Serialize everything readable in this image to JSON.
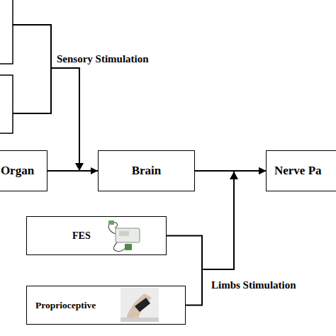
{
  "diagram": {
    "nodes": [
      {
        "text": [
          "Organ"
        ]
      },
      {
        "text": [
          "Brain"
        ]
      },
      {
        "text": [
          "Nerve Pa"
        ]
      },
      {
        "text": [
          "FES"
        ]
      },
      {
        "text": [
          "Proprioceptive"
        ]
      }
    ],
    "edges": [
      {
        "from": 0,
        "to": 1,
        "arrow": "to"
      },
      {
        "from": 1,
        "to": 2,
        "arrow": "to"
      },
      {
        "from": 3,
        "to": 2,
        "arrow": "to"
      },
      {
        "from": 4,
        "to": 2,
        "arrow": "to"
      }
    ],
    "labels": [
      "Sensory Stimulation",
      "Limbs Stimulation"
    ]
  }
}
